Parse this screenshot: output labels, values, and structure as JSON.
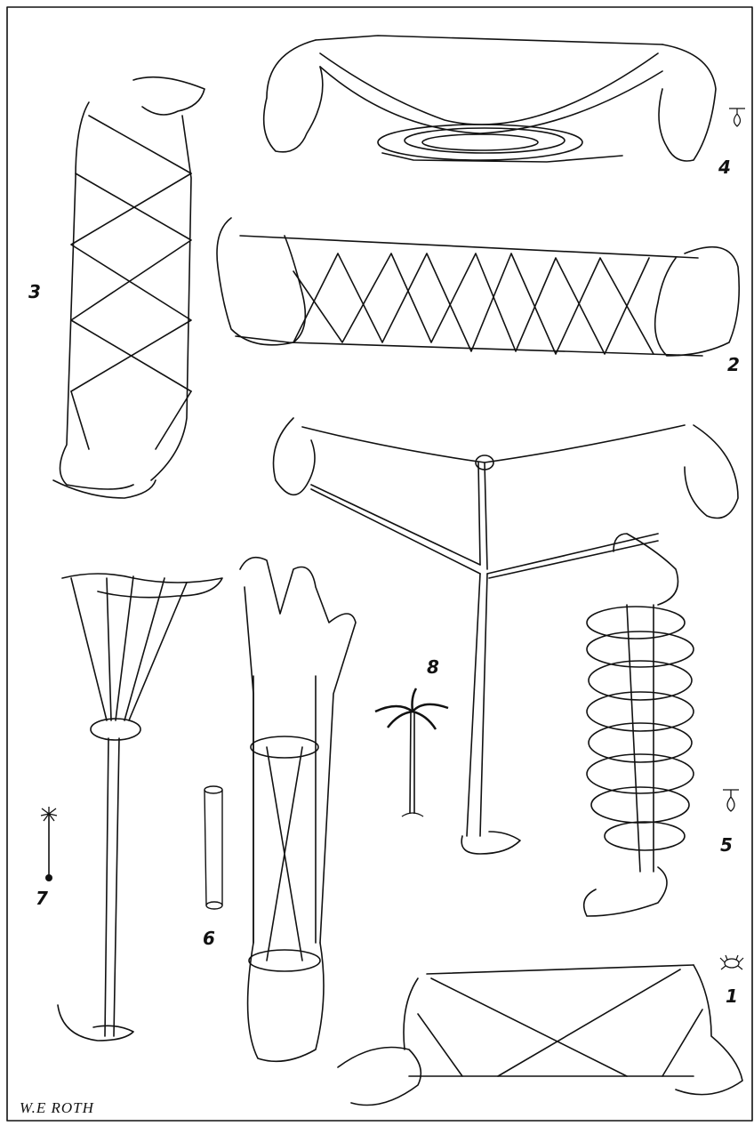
{
  "figures": [
    {
      "id": "1",
      "label": "1",
      "icon": "crab-icon"
    },
    {
      "id": "2",
      "label": "2"
    },
    {
      "id": "3",
      "label": "3"
    },
    {
      "id": "4",
      "label": "4",
      "icon": "noose-icon"
    },
    {
      "id": "5",
      "label": "5",
      "icon": "noose-icon"
    },
    {
      "id": "6",
      "label": "6",
      "icon": "tube-icon"
    },
    {
      "id": "7",
      "label": "7",
      "icon": "palm-icon"
    },
    {
      "id": "8",
      "label": "8",
      "icon": "palm-tree-icon"
    }
  ],
  "signature": "W.E ROTH",
  "colors": {
    "ink": "#111111",
    "paper": "#ffffff"
  }
}
